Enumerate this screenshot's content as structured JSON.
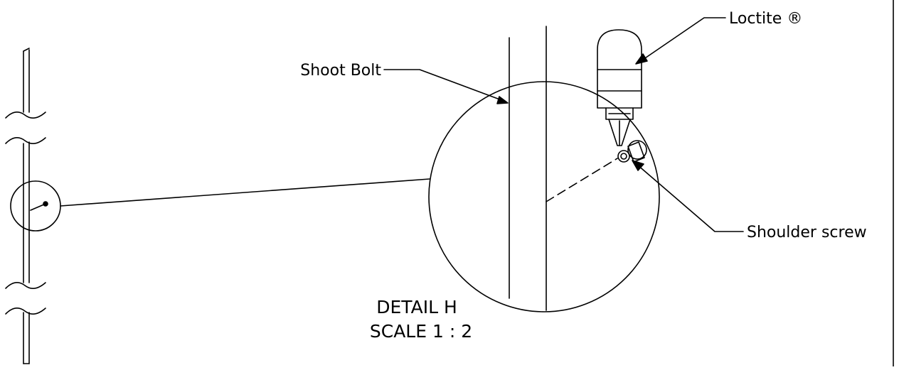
{
  "drawing": {
    "labels": {
      "loctite": "Loctite ®",
      "shoot_bolt": "Shoot Bolt",
      "shoulder_screw": "Shoulder screw"
    },
    "detail": {
      "title": "DETAIL H",
      "scale": "SCALE 1 : 2"
    }
  }
}
